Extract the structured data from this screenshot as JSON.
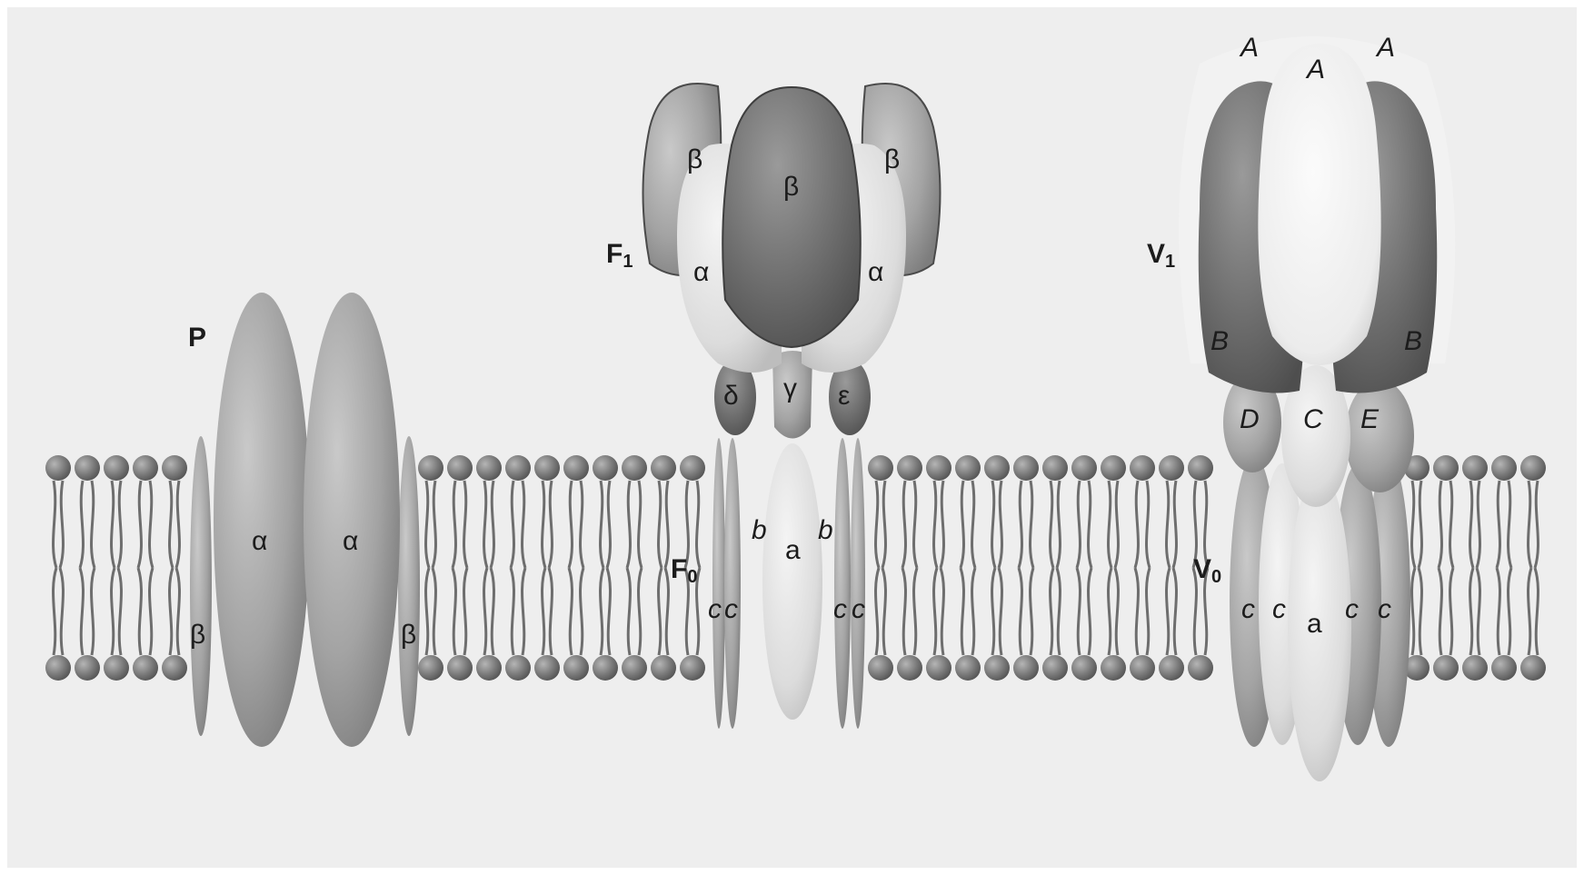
{
  "pump_p": {
    "name": "P",
    "alpha_left": "α",
    "alpha_right": "α",
    "beta_left": "β",
    "beta_right": "β"
  },
  "pump_f": {
    "f1_main": "F",
    "f1_sub": "1",
    "f0_main": "F",
    "f0_sub": "0",
    "beta_left": "β",
    "beta_center": "β",
    "beta_right": "β",
    "alpha_left": "α",
    "alpha_right": "α",
    "delta": "δ",
    "gamma": "γ",
    "epsilon": "ε",
    "b_left": "b",
    "a": "a",
    "b_right": "b",
    "c_labels": [
      "c",
      "c",
      "c",
      "c"
    ]
  },
  "pump_v": {
    "v1_main": "V",
    "v1_sub": "1",
    "v0_main": "V",
    "v0_sub": "0",
    "A_left": "A",
    "A_center": "A",
    "A_right": "A",
    "B_left": "B",
    "B_right": "B",
    "D": "D",
    "C": "C",
    "E": "E",
    "a": "a",
    "c_labels": [
      "c",
      "c",
      "c",
      "c"
    ]
  },
  "colors": {
    "background": "#eeeeee",
    "lipid_head": "#7a7a7a",
    "lipid_tail": "#6e6e6e",
    "dark_subunit": "#6a6a6a",
    "mid_subunit": "#9c9c9c",
    "light_subunit": "#d6d6d6"
  }
}
